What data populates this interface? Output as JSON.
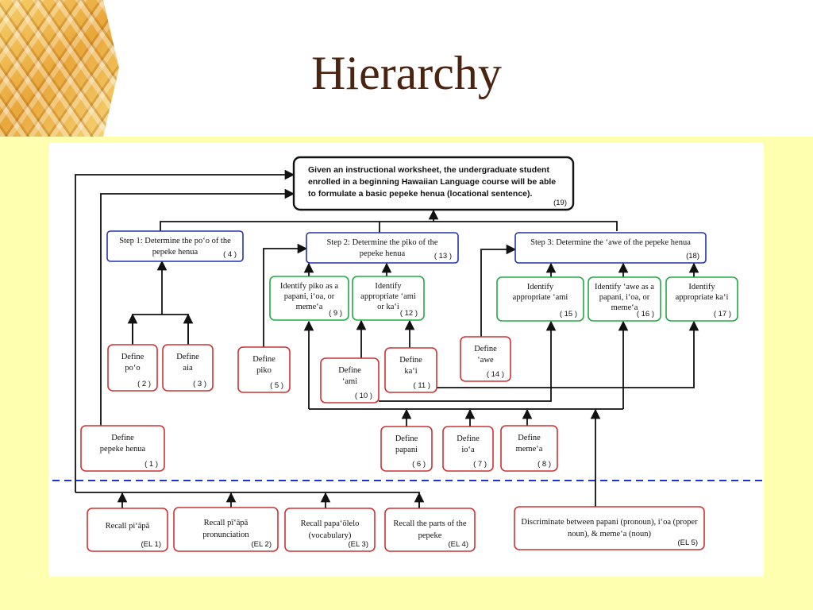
{
  "title": "Hierarchy",
  "colors": {
    "terminal": "#111111",
    "step": "#2233aa",
    "identify": "#22aa44",
    "define": "#cc3333",
    "dash": "#1a33dd",
    "title": "#4a2410"
  },
  "terminal": {
    "lines": [
      "Given an instructional worksheet, the  undergraduate student",
      "enrolled in a beginning Hawaiian Language course will be able",
      "to formulate a basic pepeke henua  (locational sentence)."
    ],
    "num": "(19)"
  },
  "steps": [
    {
      "lines": [
        "Step 1:   Determine the po‘o of the",
        "pepeke henua"
      ],
      "num": "( 4 )"
    },
    {
      "lines": [
        "Step 2:   Determine the piko of the",
        "pepeke henua"
      ],
      "num": "( 13 )"
    },
    {
      "lines": [
        "Step 3:   Determine the ‘awe of the pepeke henua"
      ],
      "num": "(18)"
    }
  ],
  "identify": [
    {
      "lines": [
        "Identify piko as a",
        "papani, i‘oa, or",
        "meme‘a"
      ],
      "num": "( 9 )"
    },
    {
      "lines": [
        "Identify",
        "appropriate ‘ami",
        "or ka‘i"
      ],
      "num": "( 12 )"
    },
    {
      "lines": [
        "Identify",
        "appropriate ‘ami"
      ],
      "num": "( 15 )"
    },
    {
      "lines": [
        "Identify ‘awe as a",
        "papani, i‘oa, or",
        "meme‘a"
      ],
      "num": "( 16 )"
    },
    {
      "lines": [
        "Identify",
        "appropriate ka‘i"
      ],
      "num": "( 17 )"
    }
  ],
  "define": [
    {
      "lines": [
        "Define",
        "po‘o"
      ],
      "num": "( 2 )"
    },
    {
      "lines": [
        "Define",
        "aia"
      ],
      "num": "( 3 )"
    },
    {
      "lines": [
        "Define",
        "piko"
      ],
      "num": "( 5 )"
    },
    {
      "lines": [
        "Define",
        "‘ami"
      ],
      "num": "( 10 )"
    },
    {
      "lines": [
        "Define",
        "ka‘i"
      ],
      "num": "( 11 )"
    },
    {
      "lines": [
        "Define",
        "‘awe"
      ],
      "num": "( 14 )"
    },
    {
      "lines": [
        "Define",
        "pepeke henua"
      ],
      "num": "( 1 )"
    },
    {
      "lines": [
        "Define",
        "papani"
      ],
      "num": "( 6 )"
    },
    {
      "lines": [
        "Define",
        "io‘a"
      ],
      "num": "( 7 )"
    },
    {
      "lines": [
        "Define",
        "meme‘a"
      ],
      "num": "( 8 )"
    }
  ],
  "entry": [
    {
      "lines": [
        "Recall piʻāpā"
      ],
      "num": "(EL 1)"
    },
    {
      "lines": [
        "Recall pīʻāpā",
        "pronunciation"
      ],
      "num": "(EL 2)"
    },
    {
      "lines": [
        "Recall papa‘ōlelo",
        "(vocabulary)"
      ],
      "num": "(EL 3)"
    },
    {
      "lines": [
        "Recall the parts of the",
        "pepeke"
      ],
      "num": "(EL 4)"
    },
    {
      "lines": [
        "Discriminate between papani (pronoun), i‘oa (proper",
        "noun), &  meme‘a (noun)"
      ],
      "num": "(EL 5)"
    }
  ]
}
